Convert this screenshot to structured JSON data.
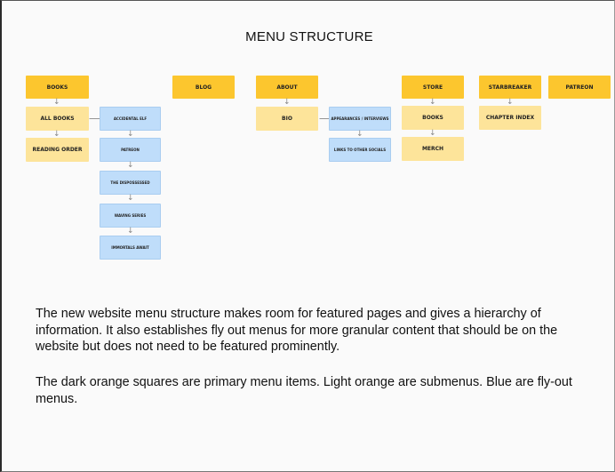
{
  "title": "MENU STRUCTURE",
  "diagram": {
    "primary": {
      "books": "BOOKS",
      "blog": "BLOG",
      "about": "ABOUT",
      "store": "STORE",
      "starbreaker": "STARBREAKER",
      "patreon": "PATREON"
    },
    "sub": {
      "all_books": "ALL BOOKS",
      "reading_order": "READING ORDER",
      "bio": "BIO",
      "store_books": "BOOKS",
      "merch": "MERCH",
      "chapter_index": "CHAPTER INDEX"
    },
    "fly": {
      "books_1": "ACCIDENTAL ELF",
      "books_2": "PATREON",
      "books_3": "THE DISPOSSESSED",
      "books_4": "WAVING SERIES",
      "books_5": "IMMORTALS AWAIT",
      "about_1": "APPEARANCES / INTERVIEWS",
      "about_2": "LINKS TO OTHER SOCIALS"
    }
  },
  "description": {
    "paragraph1": "The new website menu structure makes room for featured pages and gives a hierarchy of information. It also establishes fly out menus for more granular content that should be on the website but does not need to be featured prominently.",
    "paragraph2": "The dark orange squares are primary menu items. Light orange are submenus. Blue are fly-out menus."
  },
  "colors": {
    "primary": "#fcc62e",
    "submenu": "#fde49a",
    "flyout": "#bfddfa"
  }
}
